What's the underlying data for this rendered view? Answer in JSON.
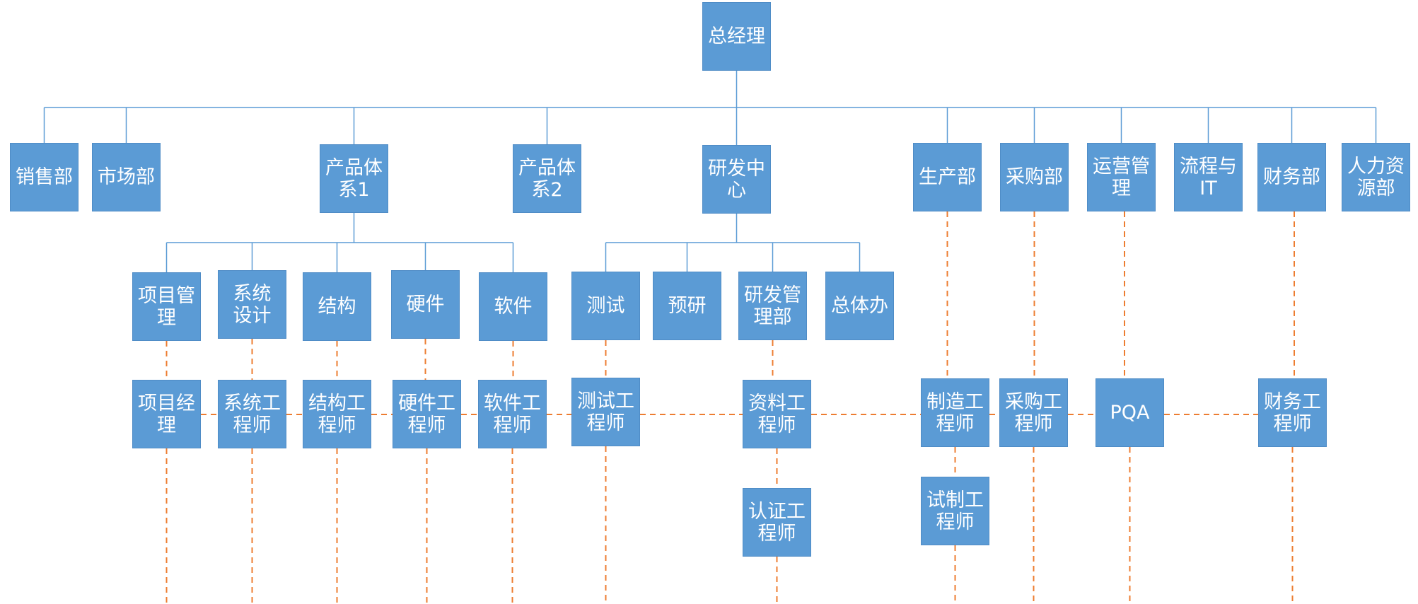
{
  "nodes": [
    {
      "id": "ceo",
      "lines": [
        "总经理"
      ]
    },
    {
      "id": "sales",
      "lines": [
        "销售部"
      ]
    },
    {
      "id": "market",
      "lines": [
        "市场部"
      ]
    },
    {
      "id": "prod1",
      "lines": [
        "产品体",
        "系1"
      ]
    },
    {
      "id": "prod2",
      "lines": [
        "产品体",
        "系2"
      ]
    },
    {
      "id": "rd",
      "lines": [
        "研发中",
        "心"
      ]
    },
    {
      "id": "mfg",
      "lines": [
        "生产部"
      ]
    },
    {
      "id": "purch",
      "lines": [
        "采购部"
      ]
    },
    {
      "id": "ops",
      "lines": [
        "运营管",
        "理"
      ]
    },
    {
      "id": "proc",
      "lines": [
        "流程与",
        "IT"
      ]
    },
    {
      "id": "fin",
      "lines": [
        "财务部"
      ]
    },
    {
      "id": "hr",
      "lines": [
        "人力资",
        "源部"
      ]
    },
    {
      "id": "pm",
      "lines": [
        "项目管",
        "理"
      ]
    },
    {
      "id": "sysd",
      "lines": [
        "系统",
        "设计"
      ]
    },
    {
      "id": "struct",
      "lines": [
        "结构"
      ]
    },
    {
      "id": "hw",
      "lines": [
        "硬件"
      ]
    },
    {
      "id": "sw",
      "lines": [
        "软件"
      ]
    },
    {
      "id": "test",
      "lines": [
        "测试"
      ]
    },
    {
      "id": "pre",
      "lines": [
        "预研"
      ]
    },
    {
      "id": "rdm",
      "lines": [
        "研发管",
        "理部"
      ]
    },
    {
      "id": "gen",
      "lines": [
        "总体办"
      ]
    },
    {
      "id": "pme",
      "lines": [
        "项目经",
        "理"
      ]
    },
    {
      "id": "syse",
      "lines": [
        "系统工",
        "程师"
      ]
    },
    {
      "id": "stre",
      "lines": [
        "结构工",
        "程师"
      ]
    },
    {
      "id": "hwe",
      "lines": [
        "硬件工",
        "程师"
      ]
    },
    {
      "id": "swe",
      "lines": [
        "软件工",
        "程师"
      ]
    },
    {
      "id": "teste",
      "lines": [
        "测试工",
        "程师"
      ]
    },
    {
      "id": "doce",
      "lines": [
        "资料工",
        "程师"
      ]
    },
    {
      "id": "mfge",
      "lines": [
        "制造工",
        "程师"
      ]
    },
    {
      "id": "pure",
      "lines": [
        "采购工",
        "程师"
      ]
    },
    {
      "id": "pqa",
      "lines": [
        "PQA"
      ]
    },
    {
      "id": "fine",
      "lines": [
        "财务工",
        "程师"
      ]
    },
    {
      "id": "certe",
      "lines": [
        "认证工",
        "程师"
      ]
    },
    {
      "id": "trial",
      "lines": [
        "试制工",
        "程师"
      ]
    }
  ],
  "colors": {
    "box_fill": "#5b9bd5",
    "box_text": "#ffffff",
    "solid_line": "#5b9bd5",
    "dashed_line": "#ed7d31"
  }
}
